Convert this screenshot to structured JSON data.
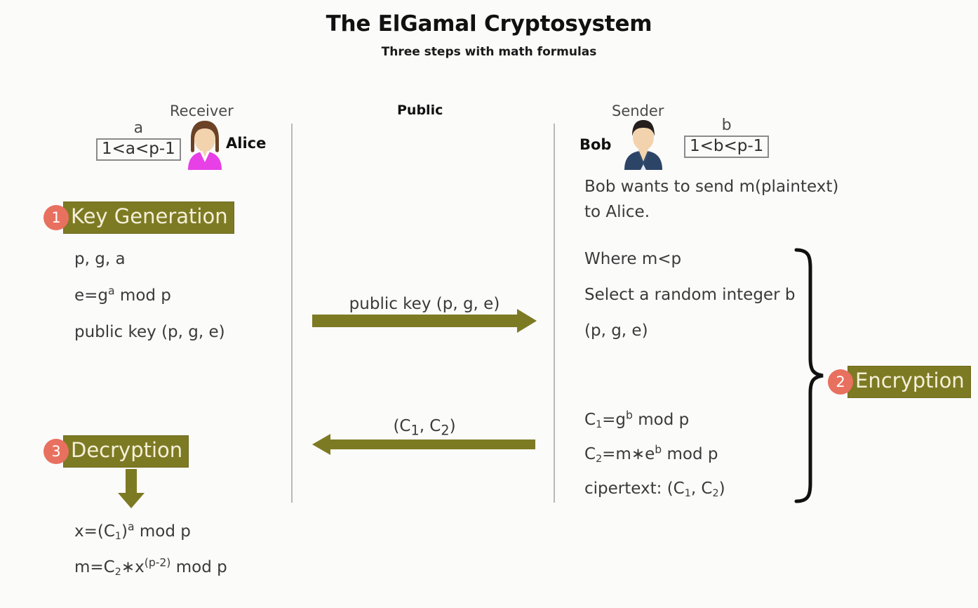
{
  "header": {
    "title": "The ElGamal Cryptosystem",
    "subtitle": "Three steps with math formulas"
  },
  "colors": {
    "olive": "#7d7a24",
    "badge_coral": "#e8705f",
    "label_text": "#f4f0d8",
    "background": "#fbfbfa",
    "divider": "#b9b9b9",
    "alice_shirt": "#e640e6",
    "alice_hair": "#6b4226",
    "bob_suit": "#2c4466",
    "skin": "#f0c99a"
  },
  "columns": {
    "receiver": {
      "role": "Receiver",
      "name": "Alice"
    },
    "public": {
      "role": "Public"
    },
    "sender": {
      "role": "Sender",
      "name": "Bob"
    }
  },
  "ranges": {
    "alice": {
      "var": "a",
      "expr": "1<a<p-1"
    },
    "bob": {
      "var": "b",
      "expr": "1<b<p-1"
    }
  },
  "steps": {
    "key_generation": {
      "num": "1",
      "label": "Key Generation"
    },
    "encryption": {
      "num": "2",
      "label": "Encryption"
    },
    "decryption": {
      "num": "3",
      "label": "Decryption"
    }
  },
  "key_generation_lines": {
    "line1": "p, g, a",
    "line2_pre": "e=g",
    "line2_sup": "a",
    "line2_post": " mod p",
    "line3": "public key (p, g, e)"
  },
  "bob_intro": {
    "line1": "Bob wants to send m(plaintext)",
    "line2": "to Alice."
  },
  "encryption_lines": {
    "line1": "Where m<p",
    "line2": "Select a random integer b",
    "line3": "(p, g, e)",
    "c1_pre": "C",
    "c1_sub": "1",
    "c1_mid": "=g",
    "c1_sup": "b",
    "c1_post": " mod p",
    "c2_pre": "C",
    "c2_sub": "2",
    "c2_mid": "=m∗e",
    "c2_sup": "b",
    "c2_post": " mod p",
    "cipher_pre": "cipertext: (C",
    "cipher_sub1": "1",
    "cipher_mid": ", C",
    "cipher_sub2": "2",
    "cipher_post": ")"
  },
  "decryption_lines": {
    "x_pre": "x=(C",
    "x_sub": "1",
    "x_mid": ")",
    "x_sup": "a",
    "x_post": " mod p",
    "m_pre": "m=C",
    "m_sub": "2",
    "m_mid": "∗x",
    "m_sup": "(p-2)",
    "m_post": " mod p"
  },
  "arrows": {
    "public_key": {
      "label": "public key (p, g, e)",
      "direction": "right"
    },
    "ciphertext": {
      "label_pre": "(C",
      "label_sub1": "1",
      "label_mid": ", C",
      "label_sub2": "2",
      "label_post": ")",
      "direction": "left"
    },
    "decrypt_down": {
      "direction": "down"
    }
  }
}
